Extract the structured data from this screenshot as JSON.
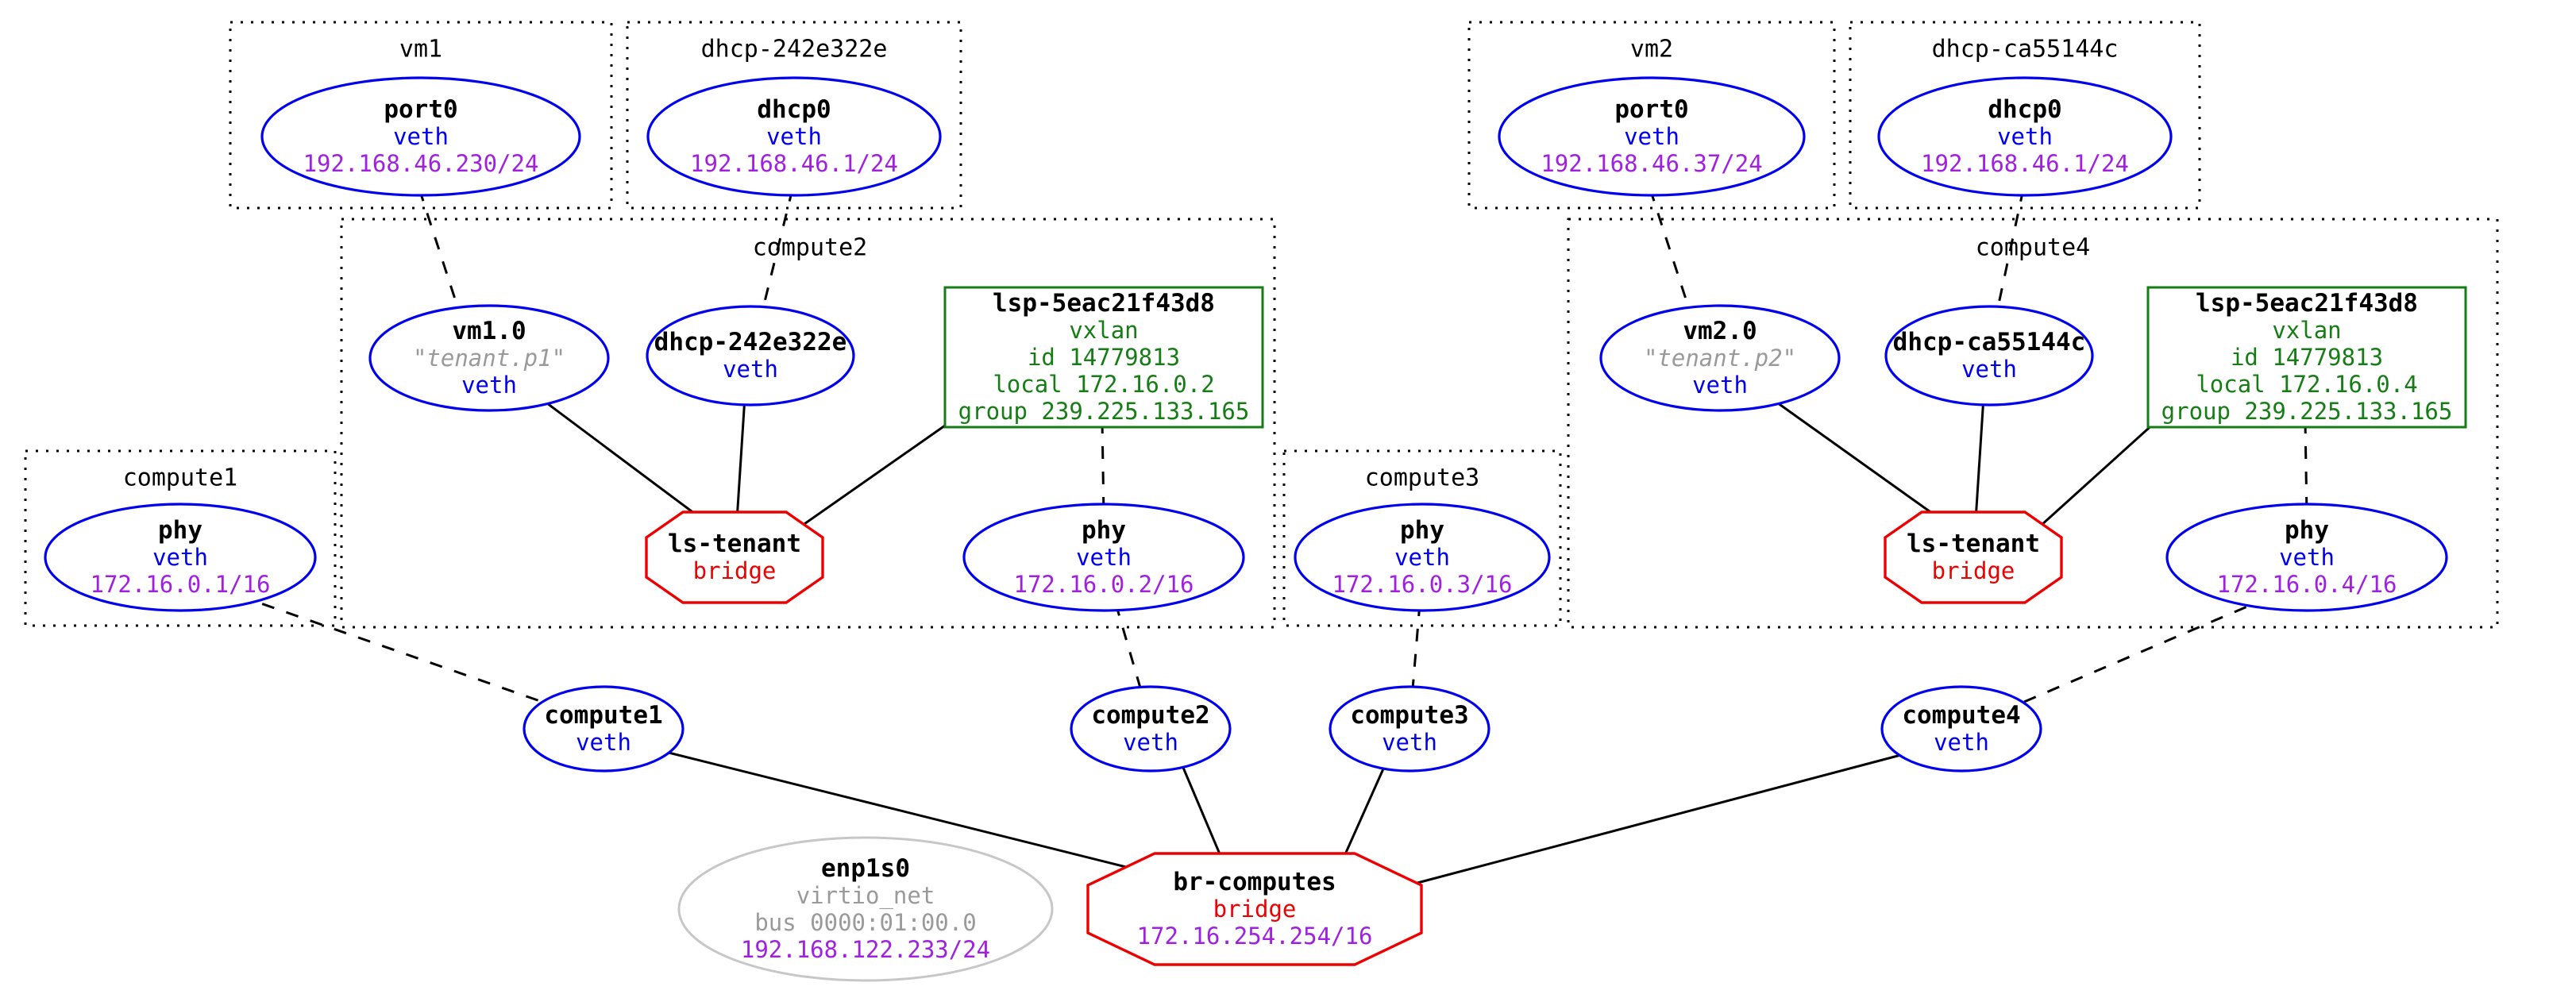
{
  "colors": {
    "node_border_blue": "#0000ee",
    "bridge_red": "#ed0000",
    "vxlan_green": "#167d16",
    "address_purple": "#a020e0",
    "muted_gray": "#9a9a9a",
    "disabled_border_gray": "#c7c7c7"
  },
  "namespaces": {
    "vm1": "vm1",
    "dhcp_a": "dhcp-242e322e",
    "vm2": "vm2",
    "dhcp_b": "dhcp-ca55144c",
    "compute1": "compute1",
    "compute2": "compute2",
    "compute3": "compute3",
    "compute4": "compute4"
  },
  "nodes": {
    "port0_vm1": {
      "name": "port0",
      "driver": "veth",
      "addr": "192.168.46.230/24"
    },
    "dhcp0_a": {
      "name": "dhcp0",
      "driver": "veth",
      "addr": "192.168.46.1/24"
    },
    "port0_vm2": {
      "name": "port0",
      "driver": "veth",
      "addr": "192.168.46.37/24"
    },
    "dhcp0_b": {
      "name": "dhcp0",
      "driver": "veth",
      "addr": "192.168.46.1/24"
    },
    "vm1_0": {
      "name": "vm1.0",
      "alias": "\"tenant.p1\"",
      "driver": "veth"
    },
    "dhcp_if_a": {
      "name": "dhcp-242e322e",
      "driver": "veth"
    },
    "lsp_a": {
      "name": "lsp-5eac21f43d8",
      "driver": "vxlan",
      "vxlan_id": "id 14779813",
      "local": "local 172.16.0.2",
      "group": "group 239.225.133.165"
    },
    "ls_tenant_a": {
      "name": "ls-tenant",
      "driver": "bridge"
    },
    "phy_c1": {
      "name": "phy",
      "driver": "veth",
      "addr": "172.16.0.1/16"
    },
    "phy_c2": {
      "name": "phy",
      "driver": "veth",
      "addr": "172.16.0.2/16"
    },
    "phy_c3": {
      "name": "phy",
      "driver": "veth",
      "addr": "172.16.0.3/16"
    },
    "phy_c4": {
      "name": "phy",
      "driver": "veth",
      "addr": "172.16.0.4/16"
    },
    "vm2_0": {
      "name": "vm2.0",
      "alias": "\"tenant.p2\"",
      "driver": "veth"
    },
    "dhcp_if_b": {
      "name": "dhcp-ca55144c",
      "driver": "veth"
    },
    "lsp_b": {
      "name": "lsp-5eac21f43d8",
      "driver": "vxlan",
      "vxlan_id": "id 14779813",
      "local": "local 172.16.0.4",
      "group": "group 239.225.133.165"
    },
    "ls_tenant_b": {
      "name": "ls-tenant",
      "driver": "bridge"
    },
    "veth_c1": {
      "name": "compute1",
      "driver": "veth"
    },
    "veth_c2": {
      "name": "compute2",
      "driver": "veth"
    },
    "veth_c3": {
      "name": "compute3",
      "driver": "veth"
    },
    "veth_c4": {
      "name": "compute4",
      "driver": "veth"
    },
    "enp1s0": {
      "name": "enp1s0",
      "driver": "virtio_net",
      "bus": "bus 0000:01:00.0",
      "addr": "192.168.122.233/24"
    },
    "br_computes": {
      "name": "br-computes",
      "driver": "bridge",
      "addr": "172.16.254.254/16"
    }
  }
}
